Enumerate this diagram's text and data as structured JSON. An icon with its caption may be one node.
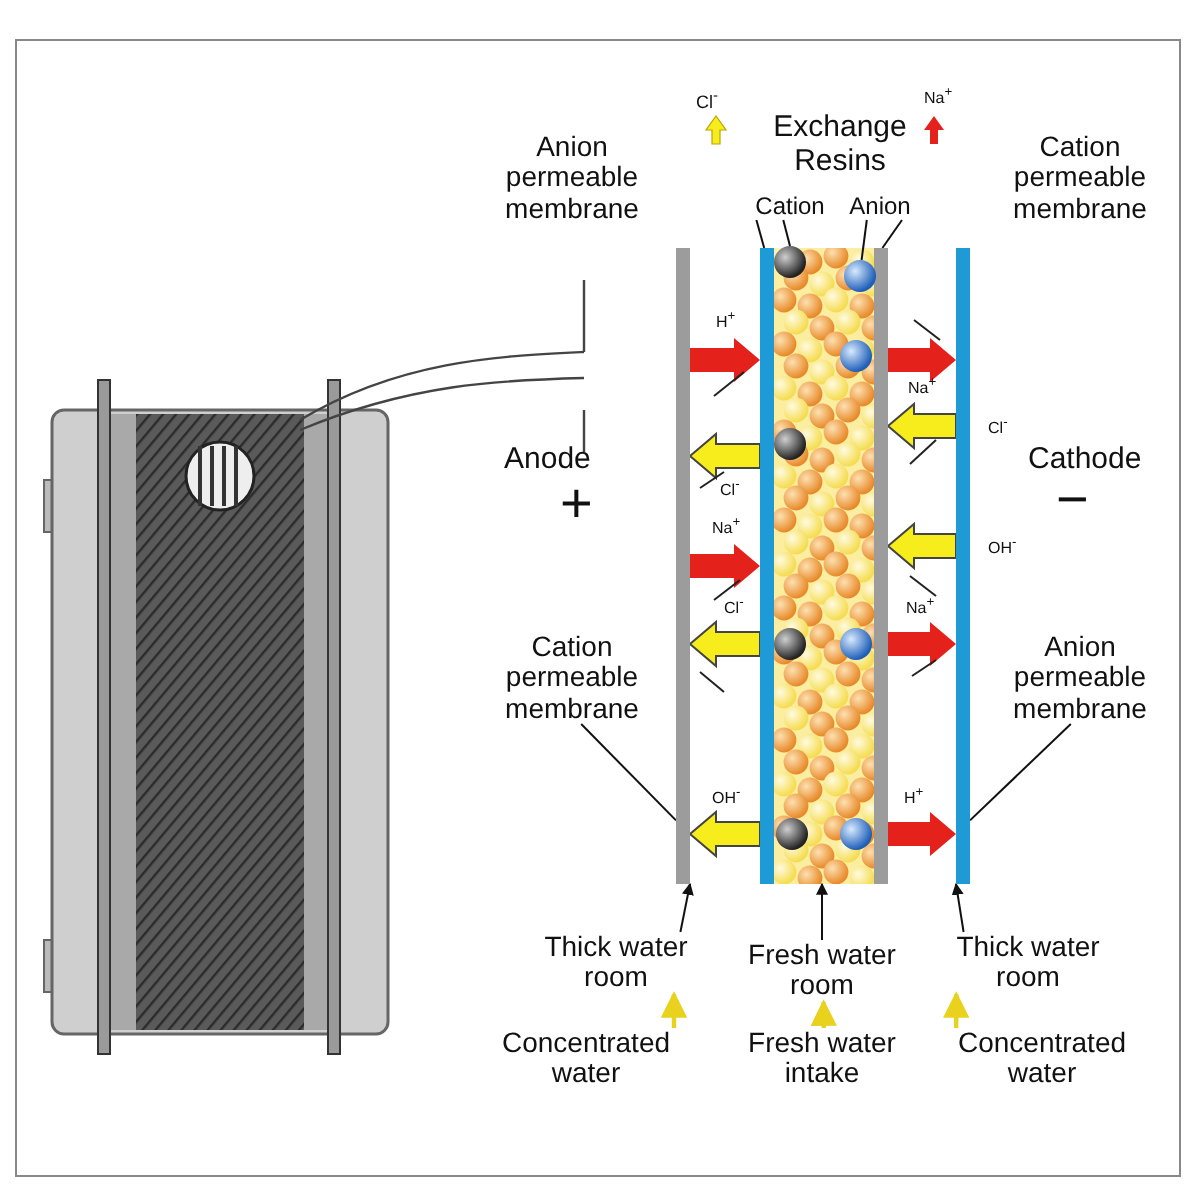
{
  "diagram": {
    "nodes": [
      {
        "text": [
          "Anion permeable membrane"
        ]
      },
      {
        "text": [
          "Exchange Resins"
        ]
      },
      {
        "text": [
          "Cation"
        ]
      },
      {
        "text": [
          "Anion"
        ]
      },
      {
        "text": [
          "Cation permeable membrane"
        ]
      },
      {
        "text": [
          "Cation permeable membrane"
        ]
      },
      {
        "text": [
          "Anion permeable membrane"
        ]
      },
      {
        "text": [
          "Thick water room"
        ]
      },
      {
        "text": [
          "Fresh water room"
        ]
      },
      {
        "text": [
          "Thick water room"
        ]
      },
      {
        "text": [
          "Concentrated water"
        ]
      },
      {
        "text": [
          "Fresh water intake"
        ]
      },
      {
        "text": [
          "Concentrated water"
        ]
      },
      {
        "text": [],
        "shape": "bar"
      },
      {
        "text": [],
        "shape": "bar"
      },
      {
        "text": [],
        "shape": "bar"
      },
      {
        "text": [],
        "shape": "bar"
      },
      {
        "text": [],
        "shape": "box"
      },
      {
        "text": [],
        "shape": "circle",
        "in": 17
      },
      {
        "text": [],
        "shape": "circle",
        "in": 17
      }
    ],
    "edges": [
      {
        "from": 2,
        "to": 14,
        "arrow": "none"
      },
      {
        "from": 2,
        "to": 18,
        "arrow": "none"
      },
      {
        "from": 3,
        "to": 19,
        "arrow": "none"
      },
      {
        "from": 3,
        "to": 15,
        "arrow": "none"
      },
      {
        "from": 5,
        "to": 13,
        "arrow": "none"
      },
      {
        "from": 6,
        "to": 16,
        "arrow": "none"
      },
      {
        "from": 7,
        "to": 13,
        "arrow": "to"
      },
      {
        "from": 8,
        "to": 17,
        "arrow": "to"
      },
      {
        "from": 9,
        "to": 16,
        "arrow": "to"
      },
      {
        "from": 10,
        "to": 7,
        "arrow": "to",
        "color": "#e8d21e"
      },
      {
        "from": 11,
        "to": 8,
        "arrow": "to",
        "color": "#e8d21e"
      },
      {
        "from": 12,
        "to": 9,
        "arrow": "to",
        "color": "#e8d21e"
      },
      {
        "from": 13,
        "to": 14,
        "arrow": "to",
        "style": "thick",
        "color": "#e4221b"
      },
      {
        "from": 15,
        "to": 16,
        "arrow": "to",
        "style": "thick",
        "color": "#e4221b"
      },
      {
        "from": 16,
        "to": 15,
        "arrow": "to",
        "style": "thick",
        "color": "#f7ec1c"
      },
      {
        "from": 14,
        "to": 13,
        "arrow": "to",
        "style": "thick",
        "color": "#f7ec1c"
      },
      {
        "from": 16,
        "to": 15,
        "arrow": "to",
        "style": "thick",
        "color": "#f7ec1c"
      },
      {
        "from": 13,
        "to": 14,
        "arrow": "to",
        "style": "thick",
        "color": "#e4221b"
      },
      {
        "from": 14,
        "to": 13,
        "arrow": "to",
        "style": "thick",
        "color": "#f7ec1c"
      },
      {
        "from": 15,
        "to": 16,
        "arrow": "to",
        "style": "thick",
        "color": "#e4221b"
      },
      {
        "from": 14,
        "to": 13,
        "arrow": "to",
        "style": "thick",
        "color": "#f7ec1c"
      },
      {
        "from": 15,
        "to": 16,
        "arrow": "to",
        "style": "thick",
        "color": "#e4221b"
      }
    ],
    "labels": [
      "Cl$^{-}$",
      "Na$^{+}$",
      "H$^{+}$",
      "Na$^{+}$",
      "Cl$^{-}$",
      "Anode",
      "Cathode",
      "+",
      "−",
      "Cl$^{-}$",
      "Na$^{+}$",
      "OH$^{-}$",
      "Cl$^{-}$",
      "Na$^{+}$",
      "OH$^{-}$",
      "H$^{+}$"
    ]
  }
}
